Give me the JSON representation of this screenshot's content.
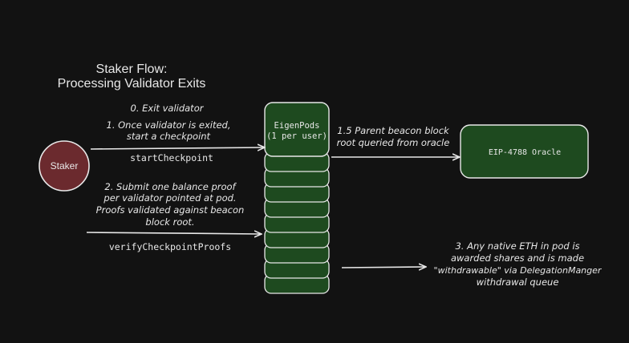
{
  "title": {
    "line1": "Staker Flow:",
    "line2": "Processing Validator Exits"
  },
  "nodes": {
    "staker": {
      "label": "Staker"
    },
    "eigenpods": {
      "line1": "EigenPods",
      "line2": "(1 per user)"
    },
    "oracle": {
      "label": "EIP-4788 Oracle"
    }
  },
  "steps": {
    "step0": {
      "text": "0. Exit validator"
    },
    "step1": {
      "line1": "1. Once validator is exited,",
      "line2": "start a checkpoint",
      "call": "startCheckpoint"
    },
    "step2": {
      "line1": "2. Submit one balance proof",
      "line2": "per validator pointed at pod.",
      "line3": "Proofs validated against beacon",
      "line4": "block root.",
      "call": "verifyCheckpointProofs"
    },
    "step15": {
      "line1": "1.5 Parent beacon block",
      "line2": "root queried from oracle"
    },
    "step3": {
      "line1": "3. Any native ETH in pod is",
      "line2": "awarded shares and is made",
      "line3": "\"withdrawable\" via DelegationManger",
      "line4": "withdrawal queue"
    }
  },
  "colors": {
    "background": "#121212",
    "staker_fill": "#6b2a2e",
    "pod_fill": "#1e4a1f",
    "stroke": "#e8e8e8",
    "text": "#e8e8e8"
  }
}
